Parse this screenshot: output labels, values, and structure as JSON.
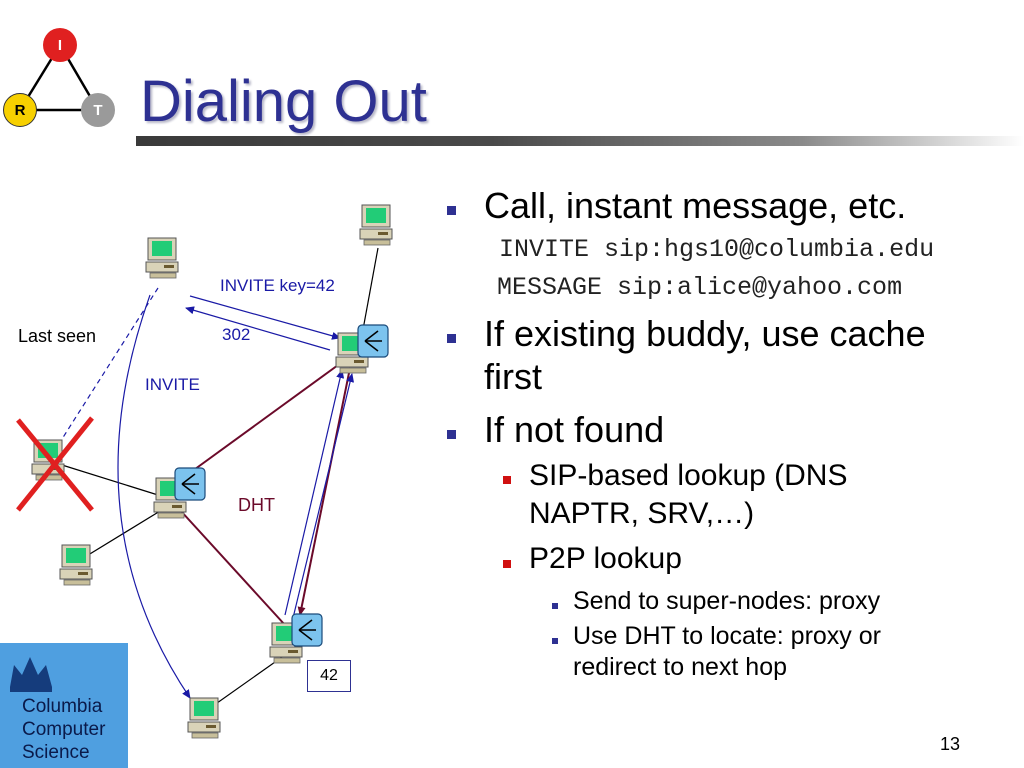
{
  "logo": {
    "top": "I",
    "left": "R",
    "right": "T"
  },
  "title": "Dialing Out",
  "bullets": {
    "b1": "Call, instant message, etc.",
    "code1": "INVITE sip:hgs10@columbia.edu",
    "code2": "MESSAGE sip:alice@yahoo.com",
    "b2_line1": "If existing buddy, use cache",
    "b2_line2": "first",
    "b3": "If not found",
    "b3a_line1": "SIP-based lookup (DNS",
    "b3a_line2": "NAPTR, SRV,…)",
    "b3b": "P2P lookup",
    "b3b1": "Send to super-nodes: proxy",
    "b3b2_line1": "Use DHT to locate: proxy or",
    "b3b2_line2": "redirect to next hop"
  },
  "diagram": {
    "invite_key": "INVITE key=42",
    "code_302": "302",
    "last_seen": "Last seen",
    "invite": "INVITE",
    "dht": "DHT",
    "key_box": "42"
  },
  "footer": {
    "org_line1": "Columbia",
    "org_line2": "Computer",
    "org_line3": "Science",
    "page": "13"
  },
  "colors": {
    "title": "#2E3192",
    "arrow_blue": "#1a1aa6",
    "dht_line": "#6b0a2a",
    "cross": "#E02020"
  }
}
